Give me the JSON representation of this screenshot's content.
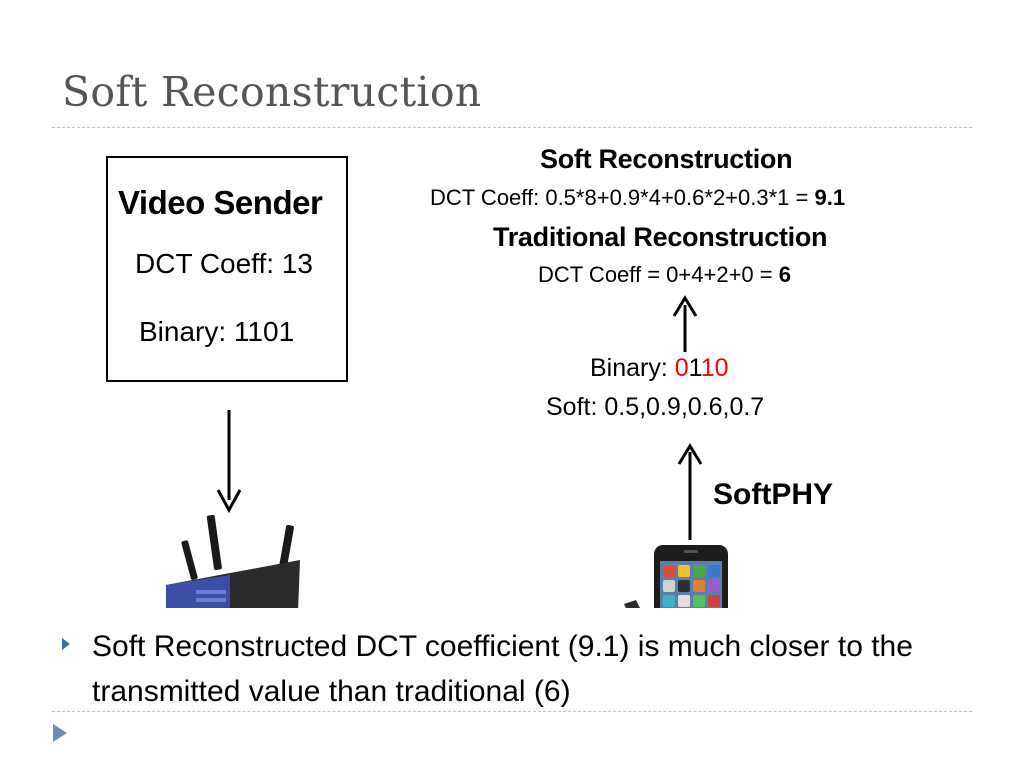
{
  "slide": {
    "title": "Soft Reconstruction",
    "bullet": "Soft Reconstructed DCT coefficient (9.1) is much closer to the transmitted value than traditional (6)"
  },
  "sender": {
    "title": "Video Sender",
    "dct_line": "DCT Coeff: 13",
    "binary_line": "Binary: 1101"
  },
  "receiver": {
    "soft_reconstruction_heading": "Soft Reconstruction",
    "soft_eq_prefix": "DCT Coeff: 0.5*8+0.9*4+0.6*2+0.3*1 = ",
    "soft_eq_result": "9.1",
    "traditional_heading": "Traditional Reconstruction",
    "trad_eq_prefix": "DCT Coeff = 0+4+2+0 = ",
    "trad_eq_result": "6",
    "binary_label": "Binary: ",
    "binary_bits": [
      "0",
      "1",
      "1",
      "0"
    ],
    "binary_bit_colors": [
      "#ff0000",
      "#000000",
      "#ff0000",
      "#ff0000"
    ],
    "soft_values_line": "Soft: 0.5,0.9,0.6,0.7",
    "softphy_label": "SoftPHY"
  },
  "colors": {
    "title": "#555555",
    "error_bits": "#ff0000",
    "bullet": "#3a6ea5",
    "router_blue": "#3b4fa8"
  },
  "icons": [
    "wireless-router-icon",
    "smartphone-icon",
    "bullet-arrow-icon",
    "nav-arrow-icon"
  ]
}
